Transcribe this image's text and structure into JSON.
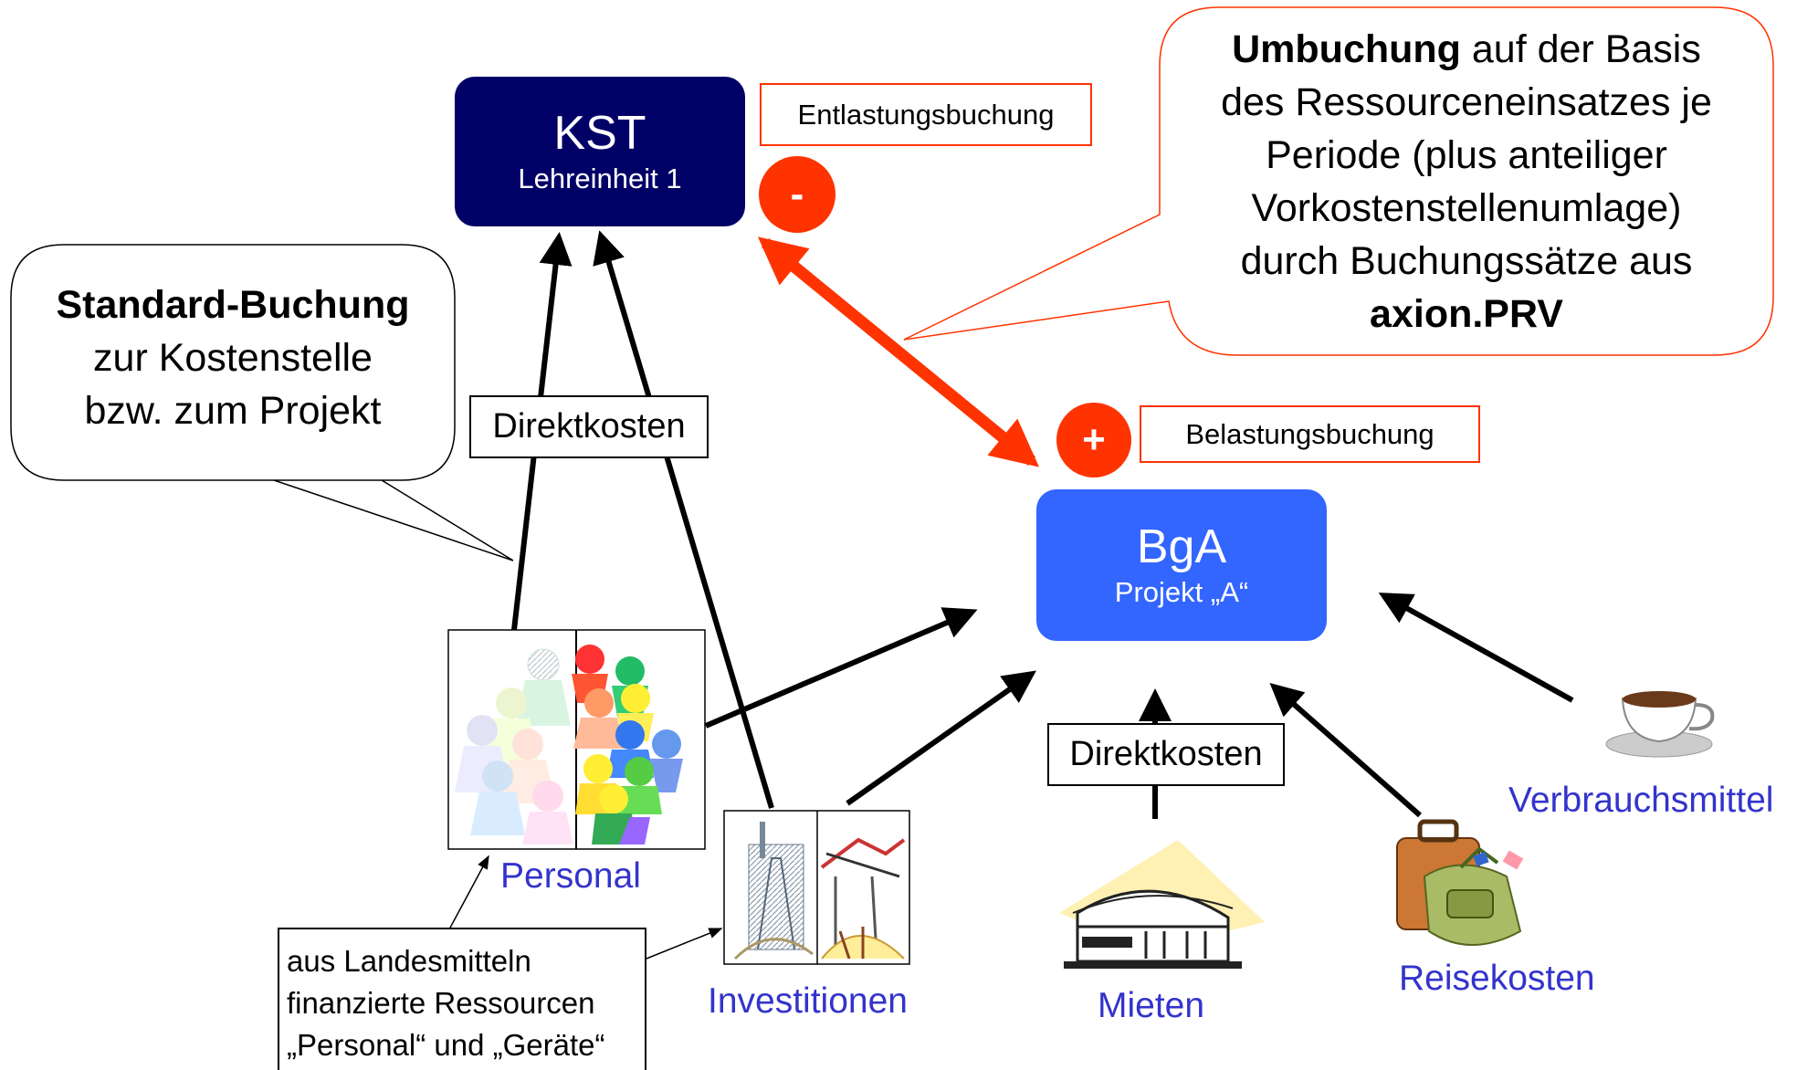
{
  "nodes": {
    "kst": {
      "title": "KST",
      "subtitle": "Lehreinheit 1"
    },
    "bga": {
      "title": "BgA",
      "subtitle": "Projekt „A“"
    }
  },
  "labels": {
    "entlastung": "Entlastungsbuchung",
    "belastung": "Belastungsbuchung",
    "direktkosten_left": "Direktkosten",
    "direktkosten_right": "Direktkosten",
    "minus_sign": "-",
    "plus_sign": "+"
  },
  "callouts": {
    "standard": {
      "bold": "Standard-Buchung",
      "line1": "zur Kostenstelle",
      "line2": "bzw. zum Projekt"
    },
    "umbuchung": {
      "bold_start": "Umbuchung",
      "rest_line1": " auf der Basis",
      "line2": "des Ressourceneinsatzes je",
      "line3": "Periode (plus anteiliger",
      "line4": "Vorkostenstellenumlage)",
      "line5": "durch Buchungssätze aus",
      "bold_end": "axion.PRV"
    }
  },
  "resources": {
    "personal": "Personal",
    "investitionen": "Investitionen",
    "mieten": "Mieten",
    "reisekosten": "Reisekosten",
    "verbrauchsmittel": "Verbrauchsmittel"
  },
  "note": {
    "line1": "aus Landesmitteln",
    "line2": "finanzierte Ressourcen",
    "line3": "„Personal“ und „Geräte“"
  },
  "colors": {
    "kst_fill": "#000066",
    "bga_fill": "#3366ff",
    "accent_red": "#ff3300",
    "label_blue": "#3333cc"
  },
  "icons": {
    "personal": "people-group-icon",
    "investitionen": "industry-icon",
    "mieten": "museum-building-icon",
    "reisekosten": "luggage-icon",
    "verbrauchsmittel": "coffee-cup-icon"
  }
}
